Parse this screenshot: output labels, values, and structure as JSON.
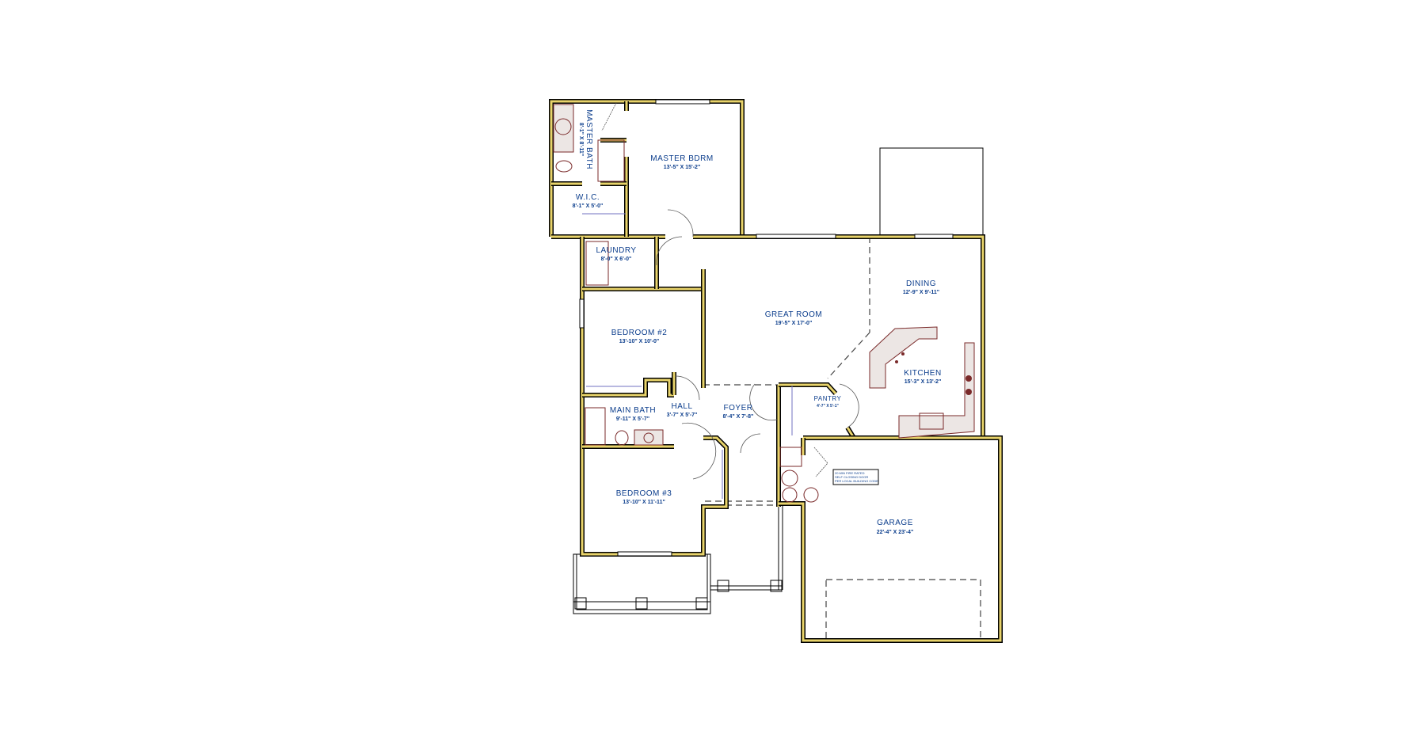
{
  "plan": {
    "rooms": [
      {
        "id": "master-bdrm",
        "name": "MASTER BDRM",
        "dims": "13'-5\" X 15'-2\""
      },
      {
        "id": "master-bath",
        "name": "MASTER BATH",
        "dims": "8'-1\" X 8'-11\""
      },
      {
        "id": "wic",
        "name": "W.I.C.",
        "dims": "8'-1\" X 5'-0\""
      },
      {
        "id": "laundry",
        "name": "LAUNDRY",
        "dims": "8'-0\" X 6'-0\""
      },
      {
        "id": "bedroom-2",
        "name": "BEDROOM #2",
        "dims": "13'-10\" X 10'-0\""
      },
      {
        "id": "main-bath",
        "name": "MAIN BATH",
        "dims": "9'-11\" X 5'-7\""
      },
      {
        "id": "hall",
        "name": "HALL",
        "dims": "3'-7\" X 5'-7\""
      },
      {
        "id": "foyer",
        "name": "FOYER",
        "dims": "8'-4\" X 7'-8\""
      },
      {
        "id": "great-room",
        "name": "GREAT ROOM",
        "dims": "19'-5\" X 17'-0\""
      },
      {
        "id": "dining",
        "name": "DINING",
        "dims": "12'-9\" X 9'-11\""
      },
      {
        "id": "kitchen",
        "name": "KITCHEN",
        "dims": "15'-3\" X 13'-2\""
      },
      {
        "id": "pantry",
        "name": "PANTRY",
        "dims": "4'-7\" X 5'-1\""
      },
      {
        "id": "bedroom-3",
        "name": "BEDROOM #3",
        "dims": "13'-10\" X 11'-11\""
      },
      {
        "id": "garage",
        "name": "GARAGE",
        "dims": "22'-4\" X 23'-4\""
      }
    ],
    "garage_note": [
      "20 MIN FIRE RATED",
      "SELF CLOSING DOOR",
      "PER LOCAL BUILDING CODE"
    ],
    "colors": {
      "wall_fill": "#e8d36a",
      "wall_outline": "#000000",
      "label": "#0b3d8c",
      "fixture": "#7a2a2a",
      "shelf": "#7070c0"
    }
  }
}
